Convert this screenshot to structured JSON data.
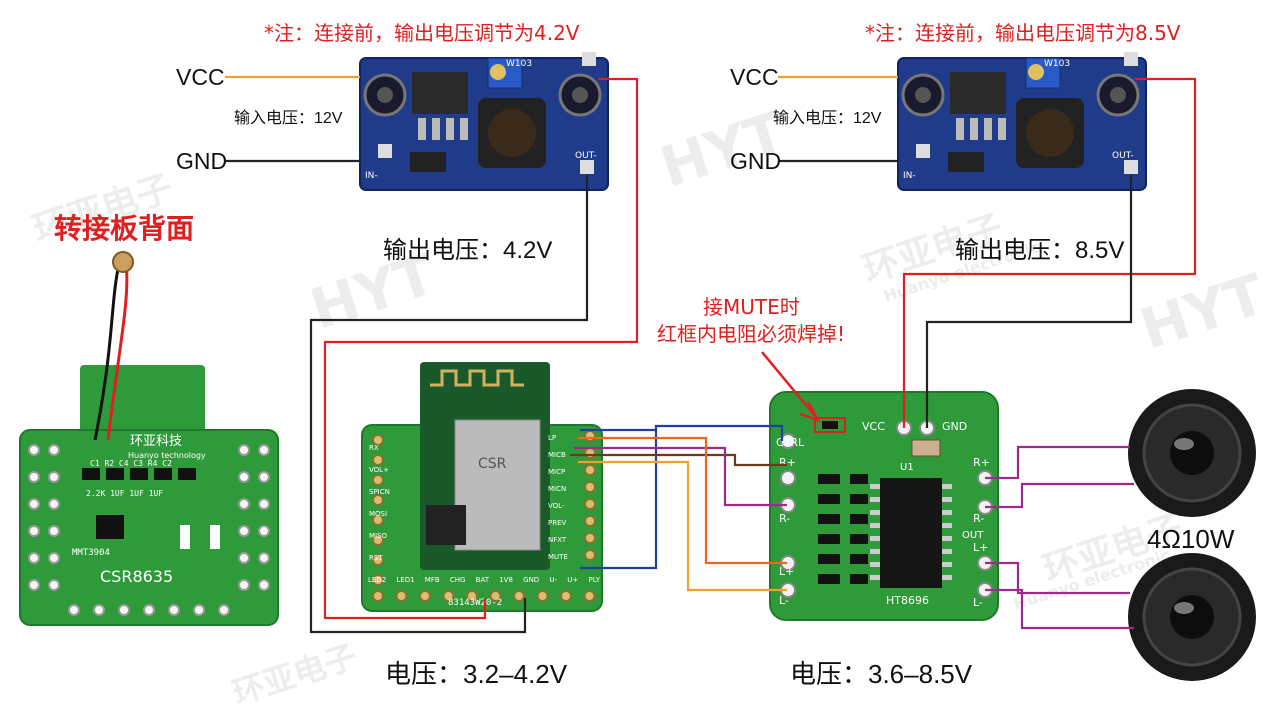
{
  "watermark": {
    "logo": "HYT",
    "cn": "环亚电子",
    "en": "Huanyo electronic"
  },
  "buck_left": {
    "note": "*注：连接前，输出电压调节为4.2V",
    "vcc": "VCC",
    "gnd": "GND",
    "input": "输入电压：12V",
    "output": "输出电压：4.2V",
    "pot_label": "W103",
    "in_minus": "IN-",
    "out_minus": "OUT-"
  },
  "buck_right": {
    "note": "*注：连接前，输出电压调节为8.5V",
    "vcc": "VCC",
    "gnd": "GND",
    "input": "输入电压：12V",
    "output": "输出电压：8.5V",
    "pot_label": "W103",
    "in_minus": "IN-",
    "out_minus": "OUT-"
  },
  "adapter": {
    "title": "转接板背面",
    "brand_cn": "环亚科技",
    "brand_en": "Huanyo technology",
    "silk_top": "C1 R2 C4 C3 R4 C2",
    "silk_mid": "2.2K 1UF 1UF 1UF",
    "silk_part": "MMT3904",
    "model": "CSR8635"
  },
  "bt_module": {
    "voltage": "电压：3.2–4.2V",
    "chip": "CSR",
    "board_id": "83143W20-2",
    "left_pins": [
      "RX",
      "VOL+",
      "SPICN",
      "MOSI",
      "MISO",
      "RST"
    ],
    "right_pins": [
      "LP",
      "MICB",
      "MICP",
      "MICN",
      "VOL-",
      "PREV",
      "NFXT",
      "MUTE"
    ],
    "bottom_pins": [
      "LED2",
      "LED1",
      "MFB",
      "CHG",
      "BAT",
      "1V8",
      "GND",
      "U-",
      "U+",
      "PLY"
    ]
  },
  "amp": {
    "voltage": "电压：3.6–8.5V",
    "mute_note_line1": "接MUTE时",
    "mute_note_line2": "红框内电阻必须焊掉!",
    "vcc": "VCC",
    "gnd": "GND",
    "ctrl": "CTRL",
    "r_plus": "R+",
    "r_minus": "R-",
    "l_plus": "L+",
    "l_minus": "L-",
    "chip": "HT8696",
    "u1": "U1",
    "out": "OUT"
  },
  "speakers": {
    "spec": "4Ω10W"
  },
  "colors": {
    "vcc_wire": "#f0a030",
    "gnd_wire": "#222222",
    "red_wire": "#e02020",
    "purple_wire": "#9b2a8c",
    "blue_wire": "#2040a0",
    "brown_wire": "#6b3a1a",
    "pcb_green": "#2f9a3a",
    "buck_blue": "#1f3b8a"
  }
}
